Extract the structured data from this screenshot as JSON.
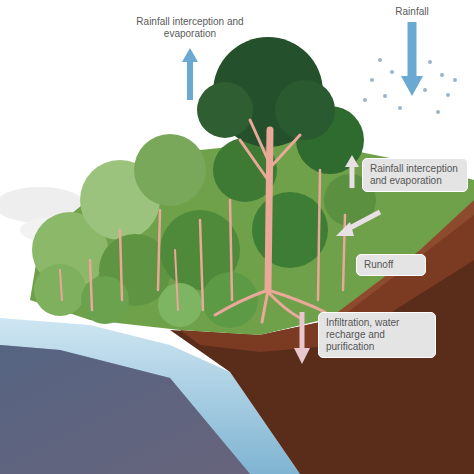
{
  "diagram": {
    "nodes": [
      {
        "text": [
          "Rainfall interception and evaporation"
        ]
      },
      {
        "text": [
          "Runoff"
        ]
      },
      {
        "text": [
          "Infiltration, water recharge and purification"
        ]
      }
    ],
    "labels": [
      "Rainfall interception and evaporation",
      "Rainfall"
    ]
  }
}
